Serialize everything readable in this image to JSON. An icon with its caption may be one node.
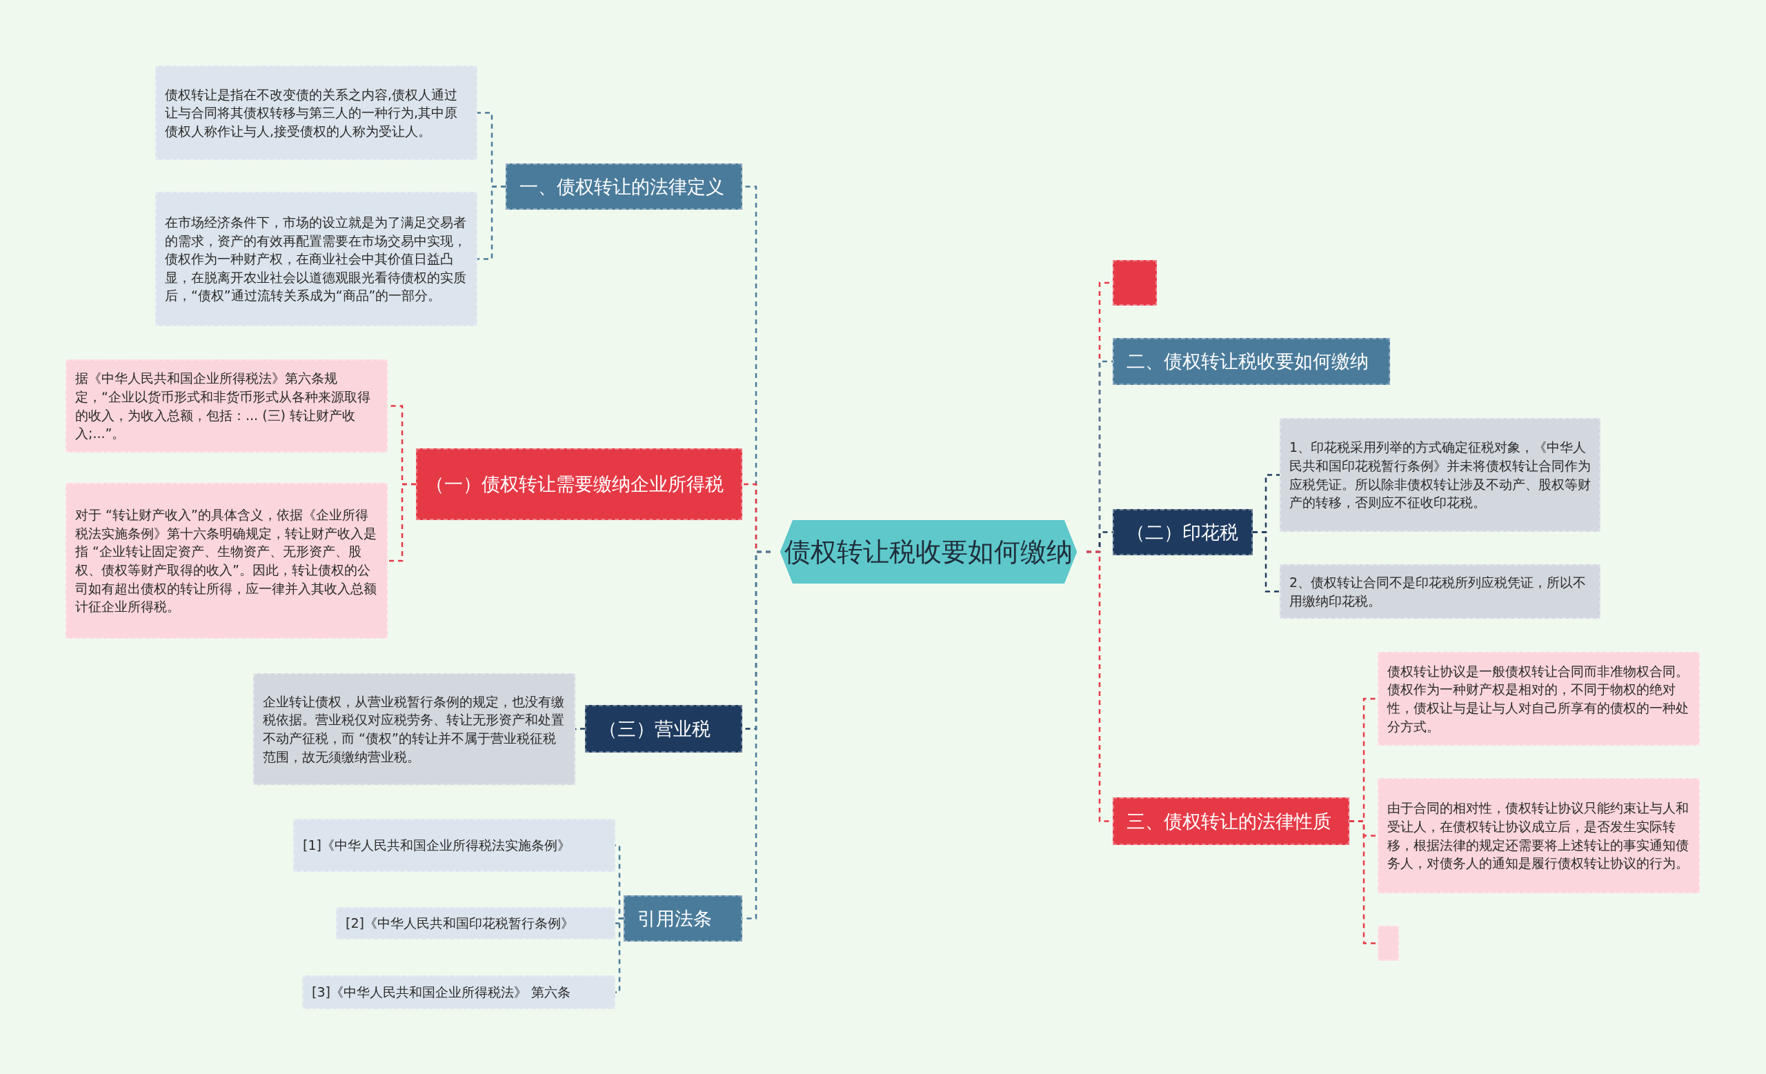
{
  "diagram": {
    "nodes": [
      {
        "text": [
          "债权转让税收要如何缴纳"
        ]
      },
      {
        "text": [
          "一、债权转让的法律定义"
        ]
      },
      {
        "text": [
          "债权转让是指在不改变债的关系之内容,债权人通过让与合同将其债权转移与第三人的一种行为,其中原债权人称作让与人,接受债权的人称为受让人。"
        ]
      },
      {
        "text": [
          "在市场经济条件下，市场的设立就是为了满足交易者的需求，资产的有效再配置需要在市场交易中实现，债权作为一种财产权，在商业社会中其价值日益凸显，在脱离开农业社会以道德观眼光看待债权的实质后，“债权”通过流转关系成为“商品”的一部分。"
        ]
      },
      {
        "text": [
          "（一）债权转让需要缴纳企业所得税"
        ]
      },
      {
        "text": [
          "据《中华人民共和国企业所得税法》第六条规定，“企业以货币形式和非货币形式从各种来源取得的收入，为收入总额，包括：... (三) 转让财产收入;...”。"
        ]
      },
      {
        "text": [
          "对于 “转让财产收入”的具体含义，依据《企业所得税法实施条例》第十六条明确规定，转让财产收入是指 “企业转让固定资产、生物资产、无形资产、股权、债权等财产取得的收入”。因此，转让债权的公司如有超出债权的转让所得，应一律并入其收入总额计征企业所得税。"
        ]
      },
      {
        "text": [
          "（三）营业税"
        ]
      },
      {
        "text": [
          "企业转让债权，从营业税暂行条例的规定，也没有缴税依据。营业税仅对应税劳务、转让无形资产和处置不动产征税，而 “债权”的转让并不属于营业税征税范围，故无须缴纳营业税。"
        ]
      },
      {
        "text": [
          "引用法条"
        ]
      },
      {
        "text": [
          "[1]《中华人民共和国企业所得税法实施条例》"
        ]
      },
      {
        "text": [
          "[2]《中华人民共和国印花税暂行条例》"
        ]
      },
      {
        "text": [
          "[3]《中华人民共和国企业所得税法》 第六条"
        ]
      },
      {
        "text": [],
        "shape": "box"
      },
      {
        "text": [
          "二、债权转让税收要如何缴纳"
        ]
      },
      {
        "text": [
          "（二）印花税"
        ]
      },
      {
        "text": [
          "1、印花税采用列举的方式确定征税对象，《中华人民共和国印花税暂行条例》并未将债权转让合同作为应税凭证。所以除非债权转让涉及不动产、股权等财产的转移，否则应不征收印花税。"
        ]
      },
      {
        "text": [
          "2、债权转让合同不是印花税所列应税凭证，所以不用缴纳印花税。"
        ]
      },
      {
        "text": [
          "三、债权转让的法律性质"
        ]
      },
      {
        "text": [
          "债权转让协议是一般债权转让合同而非准物权合同。债权作为一种财产权是相对的，不同于物权的绝对性，债权让与是让与人对自己所享有的债权的一种处分方式。"
        ]
      },
      {
        "text": [
          "由于合同的相对性，债权转让协议只能约束让与人和受让人，在债权转让协议成立后，是否发生实际转移，根据法律的规定还需要将上述转让的事实通知债务人，对债务人的通知是履行债权转让协议的行为。"
        ]
      },
      {
        "text": [],
        "shape": "box"
      }
    ],
    "edges": [
      {
        "from": 0,
        "to": 1,
        "arrow": "none",
        "style": "dashed",
        "color": "#4a7b9b"
      },
      {
        "from": 1,
        "to": 2,
        "arrow": "none",
        "style": "dashed",
        "color": "#4a7b9b"
      },
      {
        "from": 1,
        "to": 3,
        "arrow": "none",
        "style": "dashed",
        "color": "#4a7b9b"
      },
      {
        "from": 0,
        "to": 4,
        "arrow": "none",
        "style": "dashed",
        "color": "#e63946"
      },
      {
        "from": 4,
        "to": 5,
        "arrow": "none",
        "style": "dashed",
        "color": "#e63946"
      },
      {
        "from": 4,
        "to": 6,
        "arrow": "none",
        "style": "dashed",
        "color": "#e63946"
      },
      {
        "from": 0,
        "to": 7,
        "arrow": "none",
        "style": "dashed",
        "color": "#1e3a5f"
      },
      {
        "from": 7,
        "to": 8,
        "arrow": "none",
        "style": "dashed",
        "color": "#1e3a5f"
      },
      {
        "from": 0,
        "to": 9,
        "arrow": "none",
        "style": "dashed",
        "color": "#4a7b9b"
      },
      {
        "from": 9,
        "to": 10,
        "arrow": "none",
        "style": "dashed",
        "color": "#4a7b9b"
      },
      {
        "from": 9,
        "to": 11,
        "arrow": "none",
        "style": "dashed",
        "color": "#4a7b9b"
      },
      {
        "from": 9,
        "to": 12,
        "arrow": "none",
        "style": "dashed",
        "color": "#4a7b9b"
      },
      {
        "from": 0,
        "to": 13,
        "arrow": "none",
        "style": "dashed",
        "color": "#e63946"
      },
      {
        "from": 0,
        "to": 14,
        "arrow": "none",
        "style": "dashed",
        "color": "#4a7b9b"
      },
      {
        "from": 0,
        "to": 15,
        "arrow": "none",
        "style": "dashed",
        "color": "#1e3a5f"
      },
      {
        "from": 15,
        "to": 16,
        "arrow": "none",
        "style": "dashed",
        "color": "#1e3a5f"
      },
      {
        "from": 15,
        "to": 17,
        "arrow": "none",
        "style": "dashed",
        "color": "#1e3a5f"
      },
      {
        "from": 0,
        "to": 18,
        "arrow": "none",
        "style": "dashed",
        "color": "#e63946"
      },
      {
        "from": 18,
        "to": 19,
        "arrow": "none",
        "style": "dashed",
        "color": "#e63946"
      },
      {
        "from": 18,
        "to": 20,
        "arrow": "none",
        "style": "dashed",
        "color": "#e63946"
      },
      {
        "from": 18,
        "to": 21,
        "arrow": "none",
        "style": "dashed",
        "color": "#e63946"
      }
    ]
  }
}
